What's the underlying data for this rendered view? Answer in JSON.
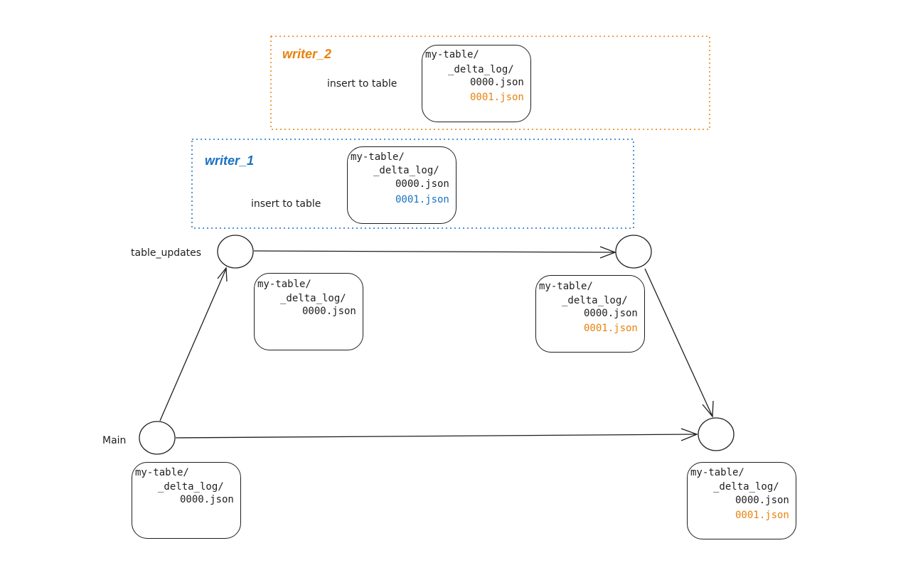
{
  "colors": {
    "ink": "#1e1e1e",
    "orange": "#e8820c",
    "blue": "#1971c2"
  },
  "labels": {
    "main": "Main",
    "table_updates": "table_updates"
  },
  "writers": {
    "writer_2": {
      "title": "writer_2",
      "action": "insert to table"
    },
    "writer_1": {
      "title": "writer_1",
      "action": "insert to table"
    }
  },
  "cards": {
    "writer2_table": {
      "root": "my-table/",
      "log": "_delta_log/",
      "files": [
        "0000.json",
        "0001.json"
      ]
    },
    "writer1_table": {
      "root": "my-table/",
      "log": "_delta_log/",
      "files": [
        "0000.json",
        "0001.json"
      ]
    },
    "branch_start": {
      "root": "my-table/",
      "log": "_delta_log/",
      "files": [
        "0000.json"
      ]
    },
    "branch_end": {
      "root": "my-table/",
      "log": "_delta_log/",
      "files": [
        "0000.json",
        "0001.json"
      ]
    },
    "main_start": {
      "root": "my-table/",
      "log": "_delta_log/",
      "files": [
        "0000.json"
      ]
    },
    "main_end": {
      "root": "my-table/",
      "log": "_delta_log/",
      "files": [
        "0000.json",
        "0001.json"
      ]
    }
  }
}
